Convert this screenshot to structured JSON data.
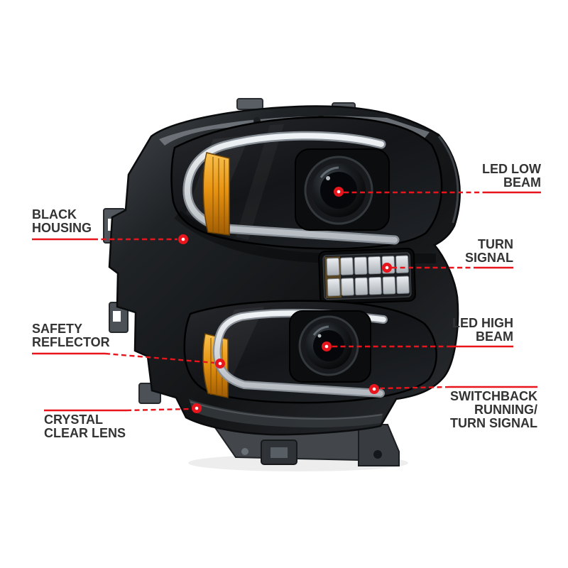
{
  "style": {
    "background_color": "#ffffff",
    "accent_color": "#e8151d",
    "label_color": "#333333",
    "housing_color": "#1a1c1e",
    "amber_reflector_color": "#e89411",
    "light_bar_color": "#d5dade"
  },
  "callouts": [
    {
      "id": "led-low-beam",
      "label": "LED LOW\nBEAM",
      "side": "right"
    },
    {
      "id": "black-housing",
      "label": "BLACK\nHOUSING",
      "side": "left"
    },
    {
      "id": "turn-signal",
      "label": "TURN\nSIGNAL",
      "side": "right"
    },
    {
      "id": "safety-reflector",
      "label": "SAFETY\nREFLECTOR",
      "side": "left"
    },
    {
      "id": "led-high-beam",
      "label": "LED HIGH\nBEAM",
      "side": "right"
    },
    {
      "id": "switchback-running-turn-signal",
      "label": "SWITCHBACK\nRUNNING/\nTURN SIGNAL",
      "side": "right"
    },
    {
      "id": "crystal-clear-lens",
      "label": "CRYSTAL\nCLEAR LENS",
      "side": "left"
    }
  ]
}
